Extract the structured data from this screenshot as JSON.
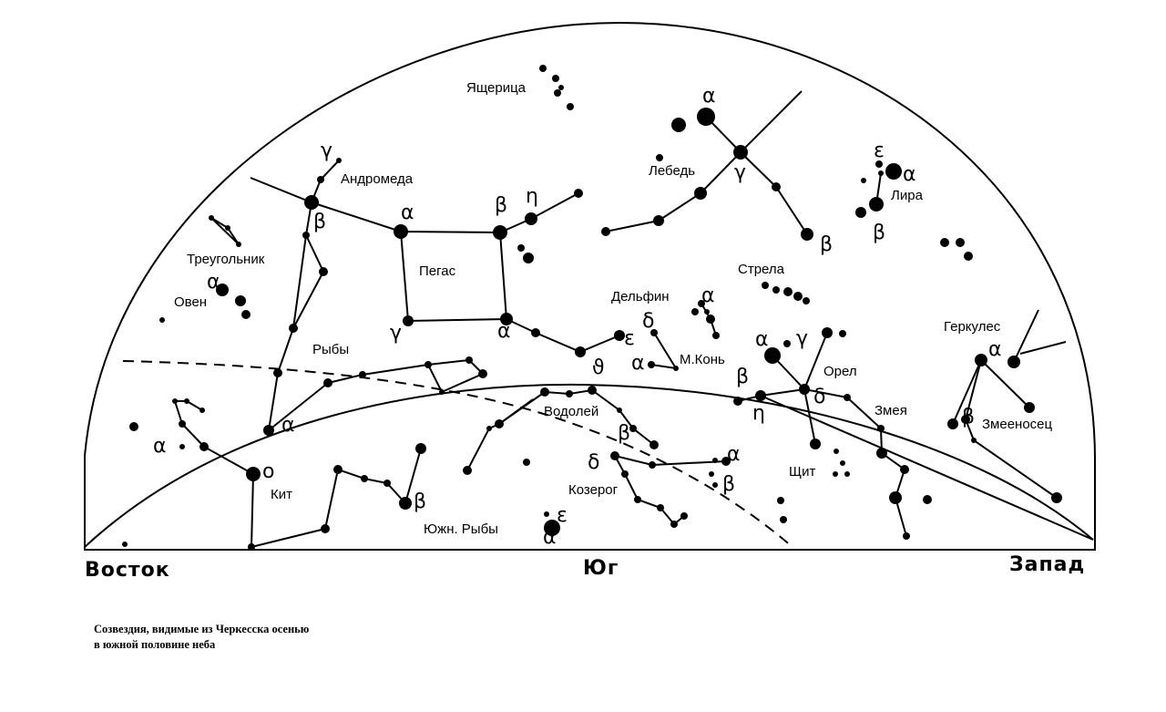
{
  "directions": {
    "east": "Восток",
    "south": "Юг",
    "west": "Запад"
  },
  "caption": {
    "line1": "Созвездия, видимые из Черкесска осенью",
    "line2": "в южной половине неба"
  },
  "constellations": {
    "lacerta": "Ящерица",
    "andromeda": "Андромеда",
    "pegasus": "Пегас",
    "cygnus": "Лебедь",
    "lyra": "Лира",
    "triangulum": "Треугольник",
    "aries": "Овен",
    "sagitta": "Стрела",
    "delphinus": "Дельфин",
    "pisces": "Рыбы",
    "equuleus": "М.Конь",
    "aquila": "Орел",
    "hercules": "Геркулес",
    "aquarius": "Водолей",
    "serpens": "Змея",
    "ophiuchus": "Змееносец",
    "cetus": "Кит",
    "capricornus": "Козерог",
    "scutum": "Щит",
    "piscis_austrinus": "Южн. Рыбы"
  },
  "greek": {
    "andromeda_gamma": "γ",
    "andromeda_beta": "β",
    "pegasus_alpha_top": "α",
    "pegasus_beta": "β",
    "pegasus_eta": "η",
    "pegasus_gamma": "γ",
    "pegasus_alpha": "α",
    "cygnus_alpha": "α",
    "cygnus_gamma": "γ",
    "cygnus_beta": "β",
    "lyra_epsilon": "ε",
    "lyra_alpha": "α",
    "lyra_beta": "β",
    "aries_alpha": "α",
    "delphinus_alpha": "α",
    "delphinus_delta": "δ",
    "pegasus_epsilon": "ε",
    "pegasus_theta": "ϑ",
    "equuleus_alpha": "α",
    "aquila_alpha": "α",
    "aquila_gamma": "γ",
    "aquila_beta": "β",
    "aquila_delta": "δ",
    "aquila_eta": "η",
    "hercules_alpha": "α",
    "ophiuchus_beta": "β",
    "pisces_alpha": "α",
    "cetus_alpha": "α",
    "cetus_omicron": "o",
    "cetus_beta": "β",
    "aquarius_beta": "β",
    "capricornus_delta": "δ",
    "capricornus_alpha": "α",
    "capricornus_beta": "β",
    "psa_epsilon": "ε",
    "psa_alpha": "α"
  }
}
